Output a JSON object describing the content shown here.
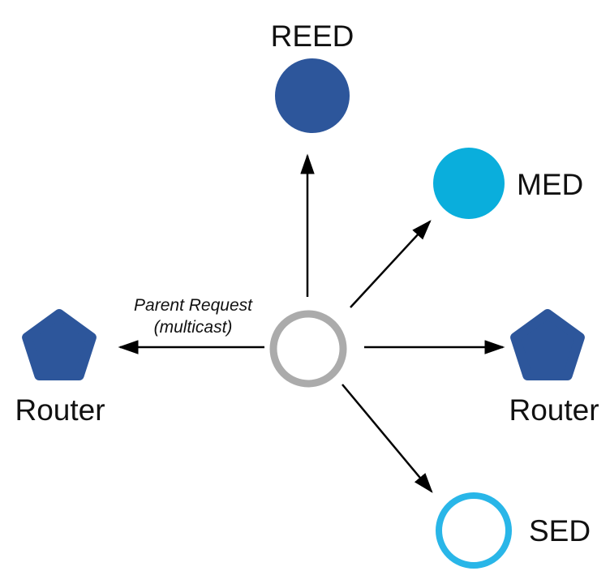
{
  "diagram": {
    "nodes": {
      "reed": {
        "label": "REED",
        "shape": "filled-circle",
        "color": "#2D569B"
      },
      "med": {
        "label": "MED",
        "shape": "filled-circle",
        "color": "#0AAEDC"
      },
      "router_left": {
        "label": "Router",
        "shape": "pentagon",
        "color": "#2D569B"
      },
      "router_right": {
        "label": "Router",
        "shape": "pentagon",
        "color": "#2D569B"
      },
      "sed": {
        "label": "SED",
        "shape": "outlined-circle",
        "color": "#29B6E8"
      },
      "center": {
        "label": "",
        "shape": "outlined-circle",
        "color": "#ABABAB"
      }
    },
    "message": {
      "line1": "Parent Request",
      "line2": "(multicast)"
    },
    "edges": [
      {
        "from": "center",
        "to": "reed"
      },
      {
        "from": "center",
        "to": "med"
      },
      {
        "from": "center",
        "to": "router_left"
      },
      {
        "from": "center",
        "to": "router_right"
      },
      {
        "from": "center",
        "to": "sed"
      }
    ],
    "colors": {
      "arrow": "#000000",
      "text": "#111111",
      "background": "#FFFFFF"
    }
  }
}
